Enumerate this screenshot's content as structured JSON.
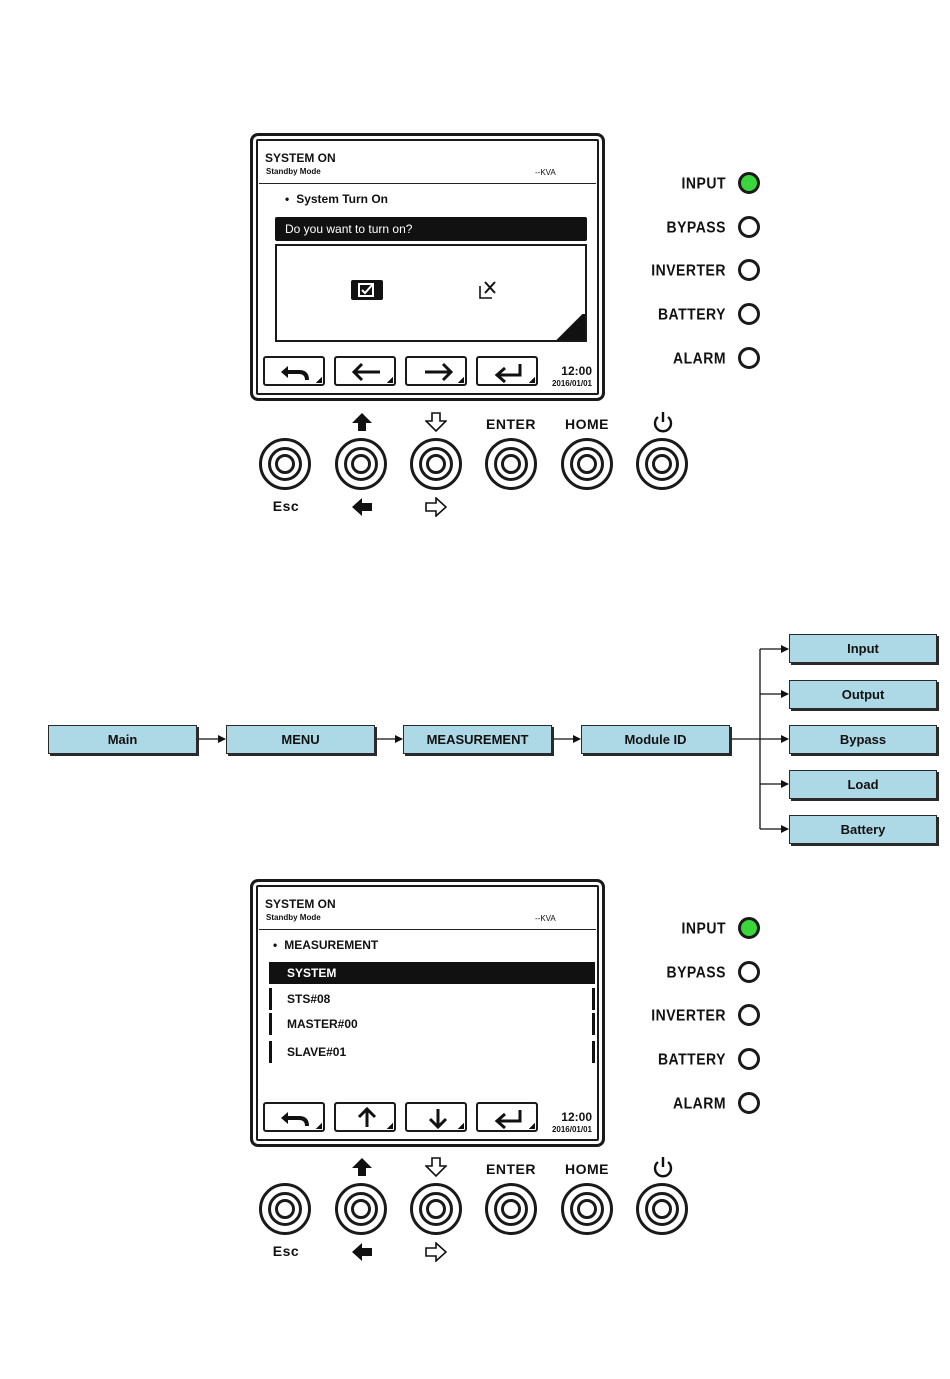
{
  "screen1": {
    "title": "SYSTEM ON",
    "mode": "Standby Mode",
    "kva": "--KVA",
    "bullet": "System Turn On",
    "dialog_question": "Do you want to turn on?",
    "confirm_icon": "checkbox-checked-icon",
    "cancel_icon": "cancel-x-icon",
    "softkeys": [
      "back-icon",
      "arrow-left-icon",
      "arrow-right-icon",
      "enter-icon"
    ],
    "time": "12:00",
    "date": "2016/01/01"
  },
  "screen2": {
    "title": "SYSTEM ON",
    "mode": "Standby Mode",
    "kva": "--KVA",
    "bullet": "MEASUREMENT",
    "list": [
      {
        "label": "SYSTEM",
        "selected": true
      },
      {
        "label": "STS#08",
        "selected": false
      },
      {
        "label": "MASTER#00",
        "selected": false
      },
      {
        "label": "SLAVE#01",
        "selected": false
      }
    ],
    "softkeys": [
      "back-icon",
      "arrow-up-icon",
      "arrow-down-icon",
      "enter-icon"
    ],
    "time": "12:00",
    "date": "2016/01/01"
  },
  "leds": [
    {
      "label": "INPUT",
      "on": true
    },
    {
      "label": "BYPASS",
      "on": false
    },
    {
      "label": "INVERTER",
      "on": false
    },
    {
      "label": "BATTERY",
      "on": false
    },
    {
      "label": "ALARM",
      "on": false
    }
  ],
  "led_on_color": "#3bd63b",
  "buttons": {
    "esc_label": "Esc",
    "enter_label": "ENTER",
    "home_label": "HOME",
    "icons": [
      "up-arrow-filled-icon",
      "left-arrow-filled-icon",
      "down-arrow-outline-icon",
      "right-arrow-outline-icon",
      "power-icon"
    ]
  },
  "flow": {
    "chain": [
      "Main",
      "MENU",
      "MEASUREMENT",
      "Module ID"
    ],
    "branches": [
      "Input",
      "Output",
      "Bypass",
      "Load",
      "Battery"
    ],
    "node_color": "#add8e6"
  }
}
